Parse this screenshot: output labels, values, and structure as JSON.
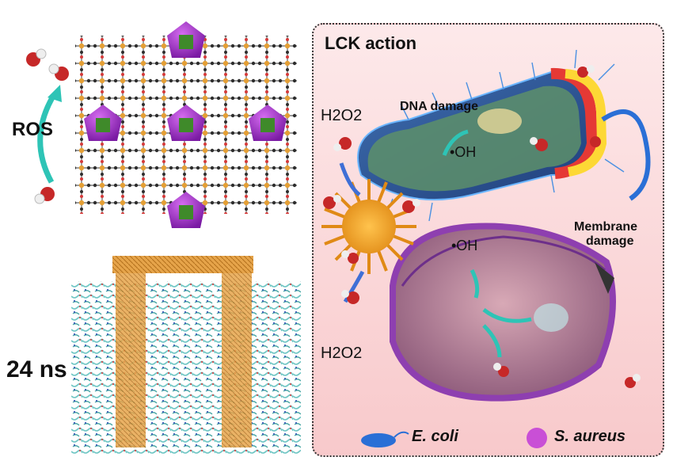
{
  "left": {
    "ros_label": "ROS",
    "time_label": "24 ns"
  },
  "panel": {
    "title": "LCK action",
    "h2o2_top": "H2O2",
    "h2o2_bottom": "H2O2",
    "dna_damage": "DNA damage",
    "oh_top": "•OH",
    "oh_middle": "•OH",
    "membrane_damage_line1": "Membrane",
    "membrane_damage_line2": "damage"
  },
  "legend": {
    "ecoli": "E. coli",
    "saureus": "S. aureus"
  },
  "colors": {
    "panel_bg": "#f8c9cb",
    "polyhedron": "#a12bd1",
    "ros_arrow": "#2ec4b6",
    "membrane": "#8e3fb0",
    "framework_orange": "#e39a2a",
    "lipid_teal": "#6fc6c4"
  }
}
